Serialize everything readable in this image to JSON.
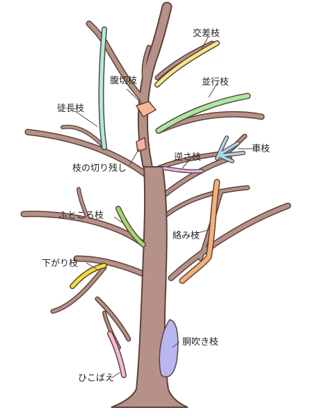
{
  "colors": {
    "tree_fill": "#b59189",
    "tree_outline": "#5b4238",
    "koushashi": "#f3e98c",
    "heikoushi": "#a8e8a4",
    "fukusetsushi": "#f6b79b",
    "tochoushi": "#a9ede0",
    "sakasashi": "#d8b6e6",
    "kurumashi": "#a9d8f2",
    "kiri_nokoshi": "#f6b1a6",
    "futokoroshi": "#9fdc6c",
    "karamishi": "#f5b07a",
    "sagarishi": "#f0df3a",
    "dobukishi": "#b9b7f0",
    "hikobae": "#f5b8d8"
  },
  "labels": {
    "koushashi": "交差枝",
    "heikoushi": "並行枝",
    "fukusetsushi": "腹切枝",
    "tochoushi": "徒長枝",
    "kurumashi": "車枝",
    "sakasashi": "逆さ枝",
    "kiri_nokoshi": "枝の切り残し",
    "futokoroshi": "ふところ枝",
    "karamishi": "絡み枝",
    "sagarishi": "下がり枝",
    "dobukishi": "胴吹き枝",
    "hikobae": "ひこばえ"
  }
}
